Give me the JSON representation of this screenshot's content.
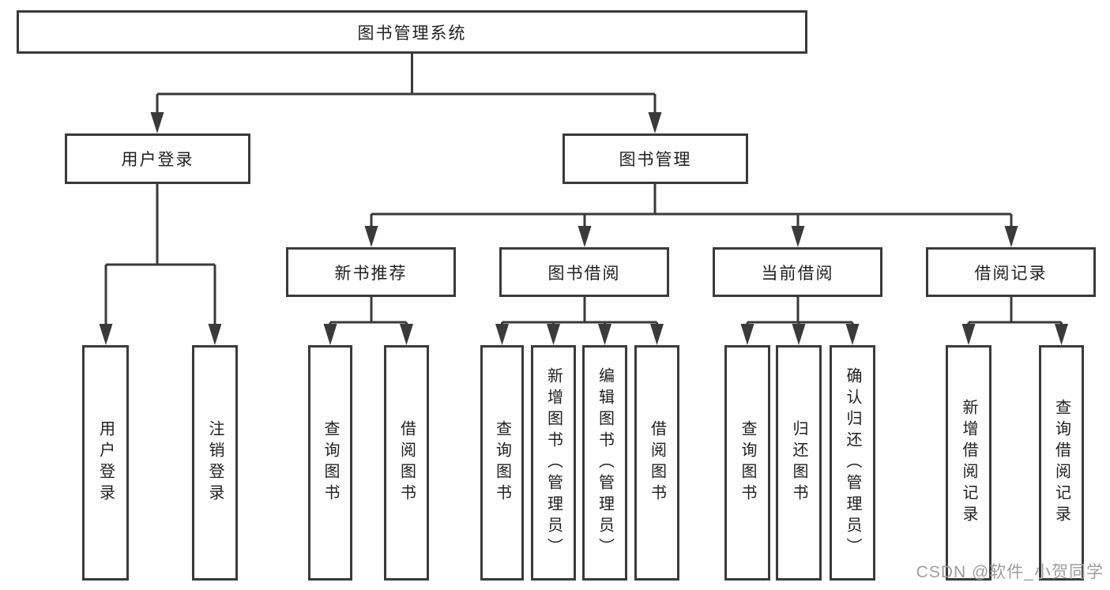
{
  "diagram": {
    "title": "图书管理系统",
    "branches": [
      {
        "label": "用户登录",
        "children": [
          {
            "label": "用户登录"
          },
          {
            "label": "注销登录"
          }
        ]
      },
      {
        "label": "图书管理",
        "children": [
          {
            "label": "新书推荐",
            "children": [
              {
                "label": "查询图书"
              },
              {
                "label": "借阅图书"
              }
            ]
          },
          {
            "label": "图书借阅",
            "children": [
              {
                "label": "查询图书"
              },
              {
                "label": "新增图书（管理员）"
              },
              {
                "label": "编辑图书（管理员）"
              },
              {
                "label": "借阅图书"
              }
            ]
          },
          {
            "label": "当前借阅",
            "children": [
              {
                "label": "查询图书"
              },
              {
                "label": "归还图书"
              },
              {
                "label": "确认归还（管理员）"
              }
            ]
          },
          {
            "label": "借阅记录",
            "children": [
              {
                "label": "新增借阅记录"
              },
              {
                "label": "查询借阅记录"
              }
            ]
          }
        ]
      }
    ]
  },
  "watermark": {
    "text": "CSDN @软件_小贺同学"
  },
  "colors": {
    "line": "#3a3a3a",
    "box_border": "#3a3a3a",
    "text": "#1f1f1f",
    "watermark": "#9e9e9e",
    "background": "#ffffff"
  }
}
